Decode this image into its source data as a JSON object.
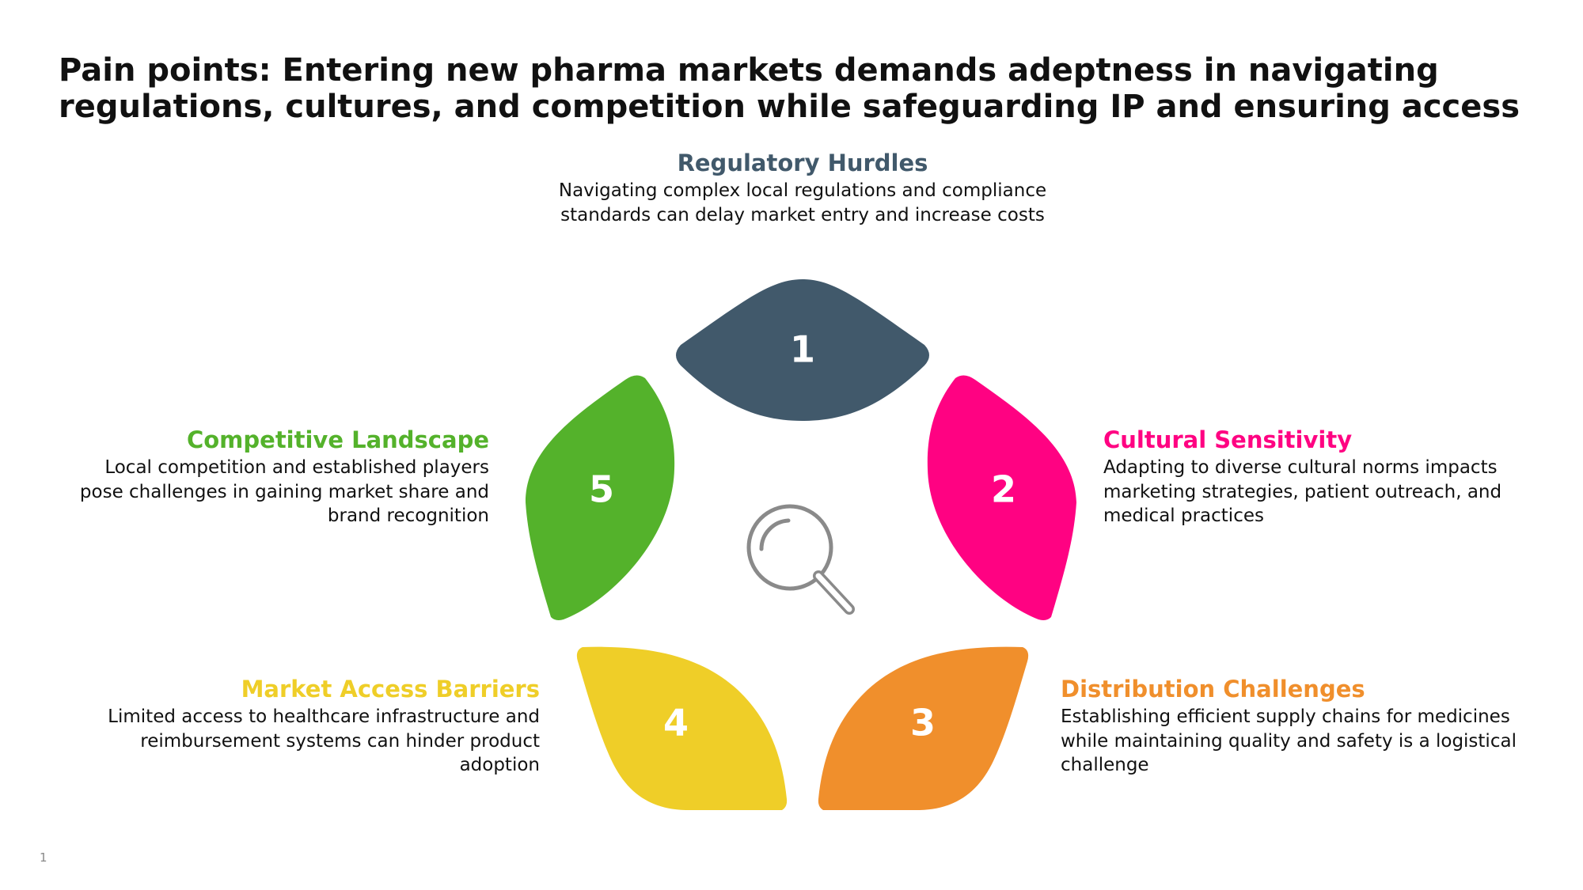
{
  "title": "Pain points: Entering new pharma markets demands adeptness in navigating regulations, cultures, and competition while safeguarding IP and ensuring access",
  "center_icon": "magnifier-icon",
  "items": [
    {
      "number": "1",
      "heading": "Regulatory Hurdles",
      "description": "Navigating complex local regulations and compliance standards can delay market entry and increase costs",
      "color": "#41596B"
    },
    {
      "number": "2",
      "heading": "Cultural Sensitivity",
      "description": "Adapting to diverse cultural norms impacts marketing strategies, patient outreach, and medical practices",
      "color": "#FF0282"
    },
    {
      "number": "3",
      "heading": "Distribution Challenges",
      "description": "Establishing efficient supply chains for medicines while maintaining quality and safety is a logistical challenge",
      "color": "#F08F2C"
    },
    {
      "number": "4",
      "heading": "Market Access Barriers",
      "description": "Limited access to healthcare infrastructure and reimbursement systems can hinder product adoption",
      "color": "#EFCE28"
    },
    {
      "number": "5",
      "heading": "Competitive Landscape",
      "description": "Local competition and established players pose challenges in gaining market share and brand recognition",
      "color": "#54B22B"
    }
  ],
  "slide_number": "1"
}
